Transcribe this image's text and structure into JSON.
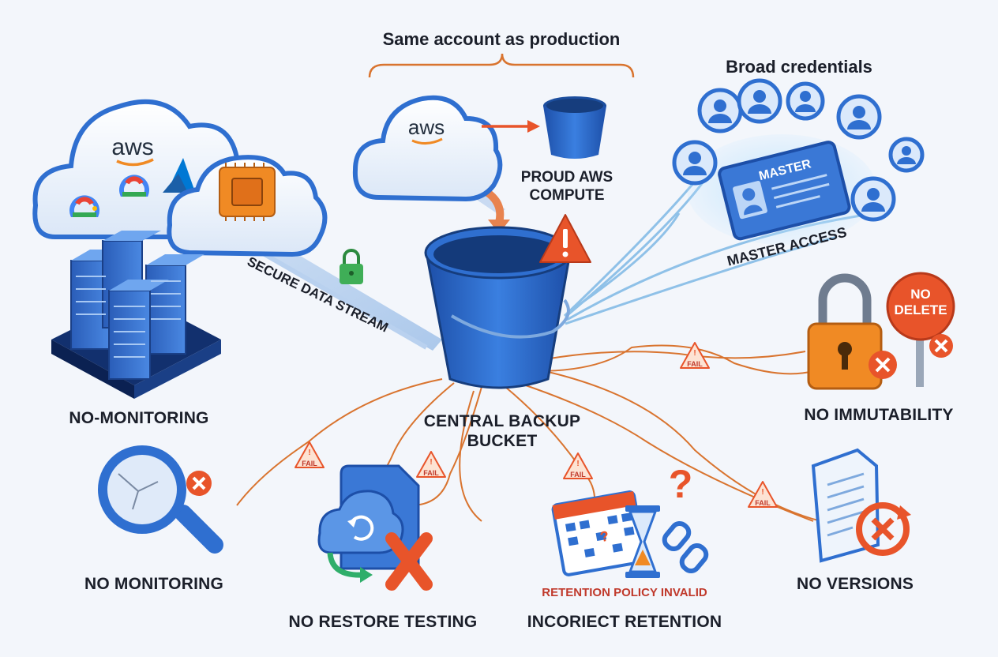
{
  "header": {
    "same_account": "Same account as production",
    "broad_credentials": "Broad credentials"
  },
  "clouds": {
    "left_aws": "aws",
    "top_aws": "aws"
  },
  "labels": {
    "secure_stream": "SECURE DATA STREAM",
    "proud_aws_line1": "PROUD AWS",
    "proud_aws_line2": "COMPUTE",
    "master_card": "MASTER",
    "master_access": "MASTER ACCESS",
    "central_line1": "CENTRAL BACKUP",
    "central_line2": "BUCKET",
    "no_monitoring_left": "NO-MONITORING",
    "no_monitoring": "NO MONITORING",
    "no_restore": "NO RESTORE TESTING",
    "retention_policy": "RETENTION POLICY INVALID",
    "incorrect_retention": "INCORIECT RETENTION",
    "no_versions": "NO VERSIONS",
    "no_immutability": "NO IMMUTABILITY",
    "no_delete_line1": "NO",
    "no_delete_line2": "DELETE"
  },
  "fail_badge": "FAIL",
  "colors": {
    "background": "#f3f6fb",
    "bucket_blue": "#2f6fd0",
    "danger_orange": "#e8542a",
    "warning_orange": "#f08a24",
    "link_orange": "#d9742f"
  },
  "icons": [
    "aws-cloud-icon",
    "google-cloud-icon",
    "azure-icon",
    "chip-icon",
    "server-rack-icon",
    "padlock-icon",
    "warning-icon",
    "avatar-icon",
    "id-card-icon",
    "magnifier-icon",
    "restore-icon",
    "calendar-icon",
    "hourglass-icon",
    "question-icon",
    "broken-link-icon",
    "document-icon",
    "no-delete-sign-icon"
  ]
}
